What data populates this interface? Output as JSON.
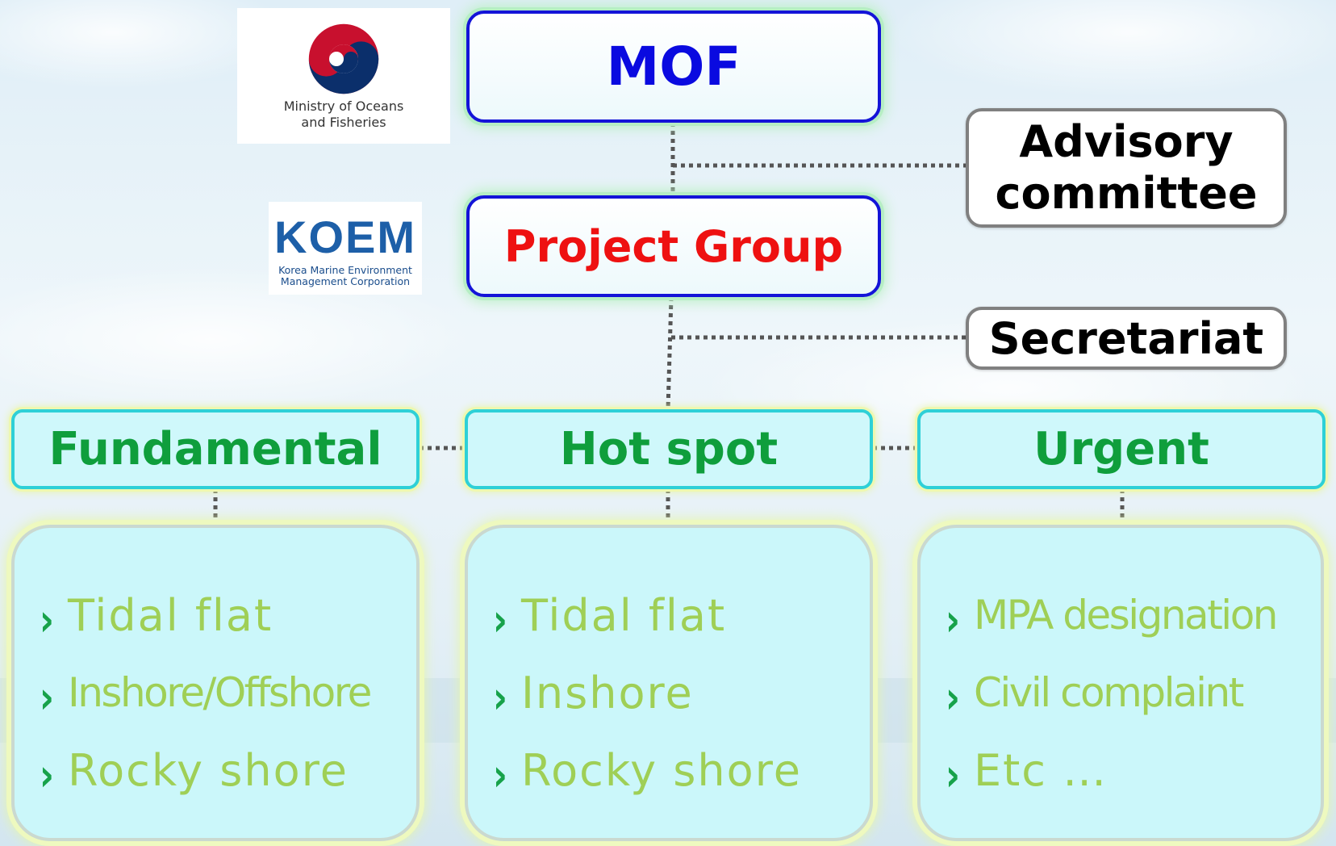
{
  "logos": {
    "mof": {
      "line1": "Ministry of Oceans",
      "line2": "and Fisheries"
    },
    "koem": {
      "wordmark": "KOEM",
      "line1": "Korea Marine Environment",
      "line2": "Management Corporation"
    }
  },
  "nodes": {
    "mof": "MOF",
    "project_group": "Project Group",
    "advisory": {
      "line1": "Advisory",
      "line2": "committee"
    },
    "secretariat": "Secretariat"
  },
  "categories": [
    {
      "title": "Fundamental",
      "items": [
        "Tidal flat",
        "Inshore/Offshore",
        "Rocky shore"
      ]
    },
    {
      "title": "Hot spot",
      "items": [
        "Tidal flat",
        "Inshore",
        "Rocky shore"
      ]
    },
    {
      "title": "Urgent",
      "items": [
        "MPA designation",
        "Civil complaint",
        "Etc …"
      ]
    }
  ],
  "bullet_glyph": "›",
  "colors": {
    "mof_text": "#0a0ae0",
    "project_group_text": "#ee1111",
    "top_box_border": "#1414d8",
    "category_title": "#0f9e3c",
    "category_border": "#2ed0d7",
    "panel_fill": "#cbf7fa",
    "bullet": "#17a24a",
    "item_text": "#9fcf56",
    "side_box_border": "#808080",
    "connector": "#555555"
  }
}
